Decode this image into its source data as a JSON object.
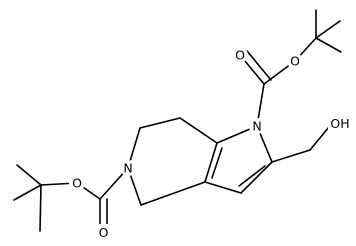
{
  "colors": {
    "background": "#ffffff",
    "bonds": "#000000",
    "labels": "#000000"
  },
  "atoms": {
    "n_pyrrole": "N",
    "n_ring": "N",
    "o_carbonyl_top": "O",
    "o_ester_top": "O",
    "o_carbonyl_bottom": "O",
    "o_ester_bottom": "O",
    "hydroxyl": "OH"
  }
}
